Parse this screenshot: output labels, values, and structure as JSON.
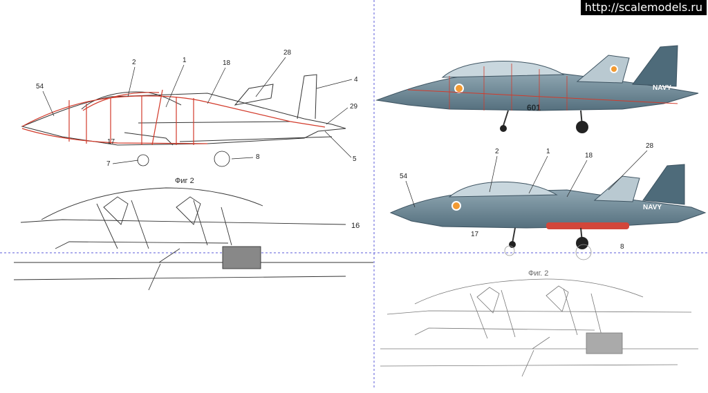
{
  "watermark": "http://scalemodels.ru",
  "left_panel": {
    "callouts": {
      "c54": "54",
      "c2": "2",
      "c1": "1",
      "c18": "18",
      "c28": "28",
      "c4": "4",
      "c29": "29",
      "c17": "17",
      "c5": "5",
      "c7": "7",
      "c8": "8",
      "c16": "16"
    },
    "figure_caption": "Фиг 2"
  },
  "right_top_panel": {
    "tail_text": "NAVY",
    "tail_code": "601"
  },
  "right_middle_panel": {
    "callouts": {
      "c54": "54",
      "c2": "2",
      "c1": "1",
      "c18": "18",
      "c28": "28",
      "c17": "17",
      "c8": "8"
    },
    "tail_text": "NAVY"
  },
  "right_bottom_panel": {
    "figure_caption": "Фиг. 2"
  },
  "colors": {
    "red_overlay": "#d23a2a",
    "camo_blue": "#5f7f8f",
    "camo_light": "#9fb3bd",
    "guide_line": "#5a5ad8"
  }
}
